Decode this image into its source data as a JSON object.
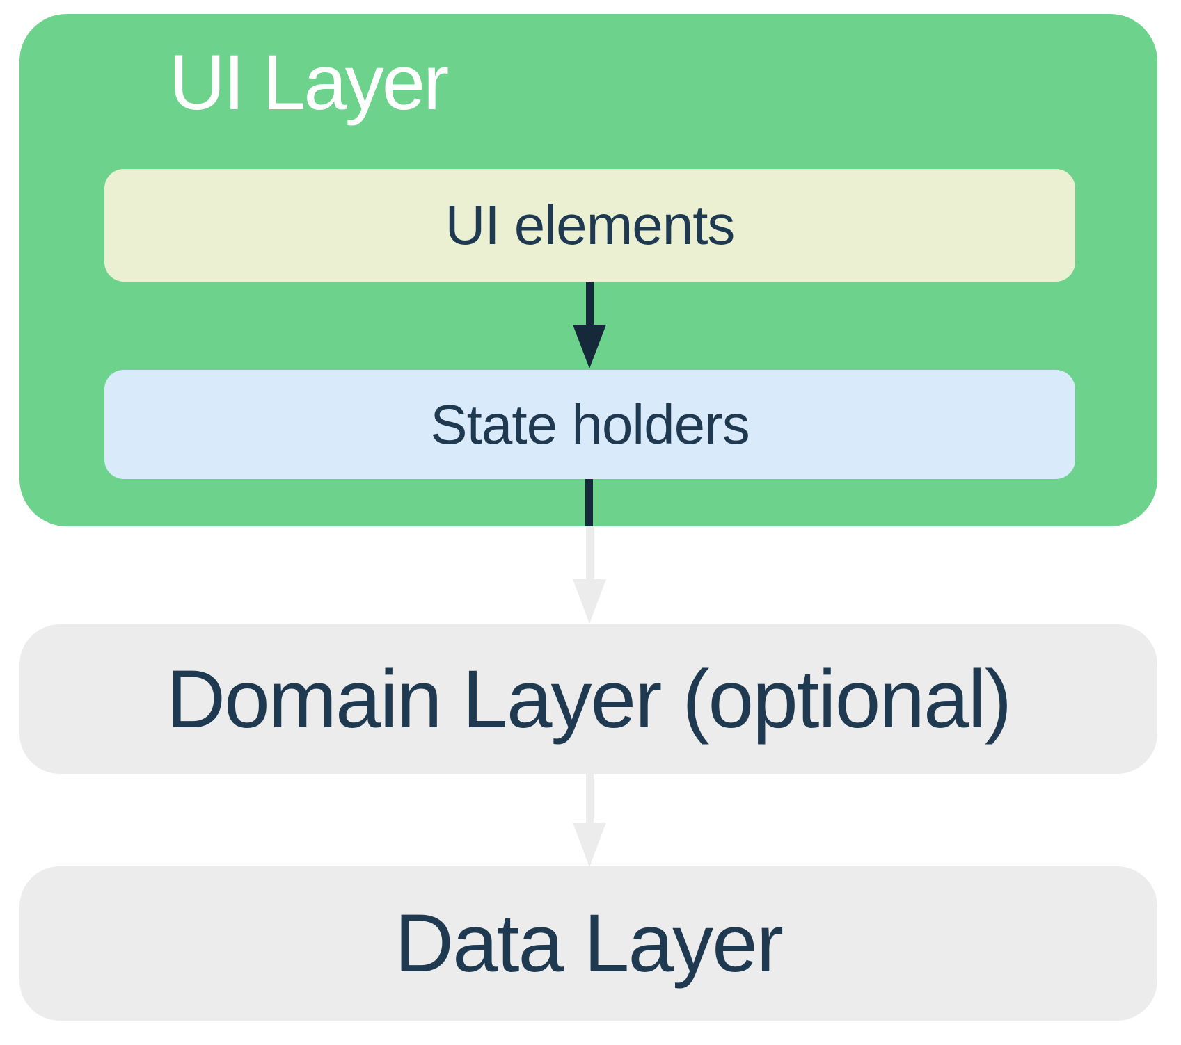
{
  "diagram": {
    "type": "architecture-layers",
    "layers": {
      "ui": {
        "label": "UI Layer",
        "children": {
          "ui_elements": {
            "label": "UI elements"
          },
          "state_holders": {
            "label": "State holders"
          }
        }
      },
      "domain": {
        "label": "Domain Layer (optional)"
      },
      "data": {
        "label": "Data Layer"
      }
    },
    "arrows": [
      {
        "name": "ui-elements-to-state-holders",
        "style": "dark-navy"
      },
      {
        "name": "state-holders-to-domain-layer",
        "style": "dark-navy-then-light-gray"
      },
      {
        "name": "domain-layer-to-data-layer",
        "style": "light-gray"
      }
    ]
  },
  "colors": {
    "green": "#6DD38C",
    "cream": "#ECF0D3",
    "blue": "#D9EAFB",
    "gray": "#ECECEC",
    "navy": "#1F3A50",
    "arrow_dark": "#16293A",
    "arrow_light": "#ECECEC",
    "title_text": "#FFFFFF",
    "background": "#FFFFFF"
  }
}
